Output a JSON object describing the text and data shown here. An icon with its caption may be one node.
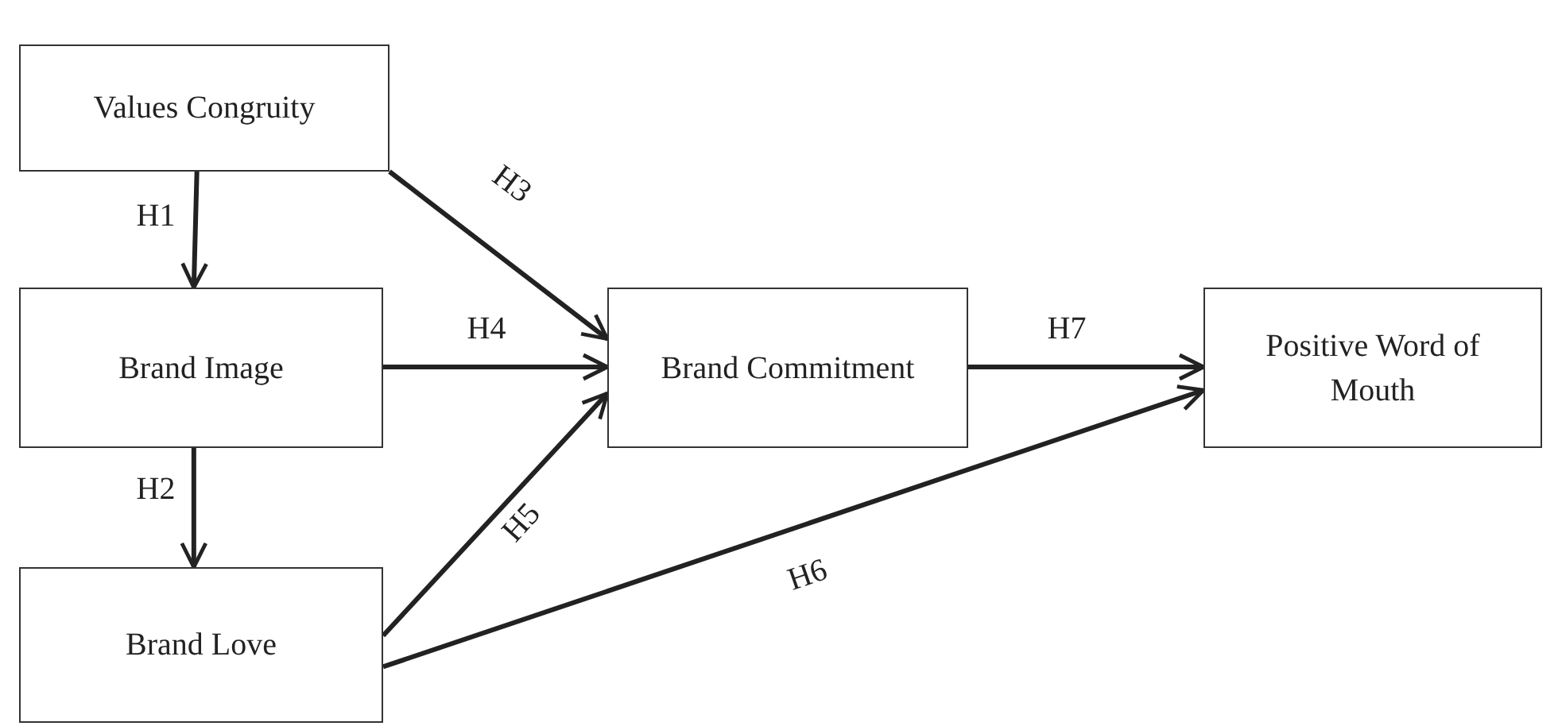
{
  "diagram": {
    "nodes": [
      {
        "text": [
          "Values Congruity"
        ]
      },
      {
        "text": [
          "Brand Image"
        ]
      },
      {
        "text": [
          "Brand Love"
        ]
      },
      {
        "text": [
          "Brand Commitment"
        ]
      },
      {
        "text": [
          "Positive Word of Mouth"
        ]
      }
    ],
    "edges": [
      {
        "from": 0,
        "to": 1,
        "arrow": "to",
        "label": "H1"
      },
      {
        "from": 1,
        "to": 2,
        "arrow": "to",
        "label": "H2"
      },
      {
        "from": 0,
        "to": 3,
        "arrow": "to",
        "label": "H3"
      },
      {
        "from": 1,
        "to": 3,
        "arrow": "to",
        "label": "H4"
      },
      {
        "from": 2,
        "to": 3,
        "arrow": "to",
        "label": "H5"
      },
      {
        "from": 2,
        "to": 4,
        "arrow": "to",
        "label": "H6"
      },
      {
        "from": 3,
        "to": 4,
        "arrow": "to",
        "label": "H7"
      }
    ]
  }
}
